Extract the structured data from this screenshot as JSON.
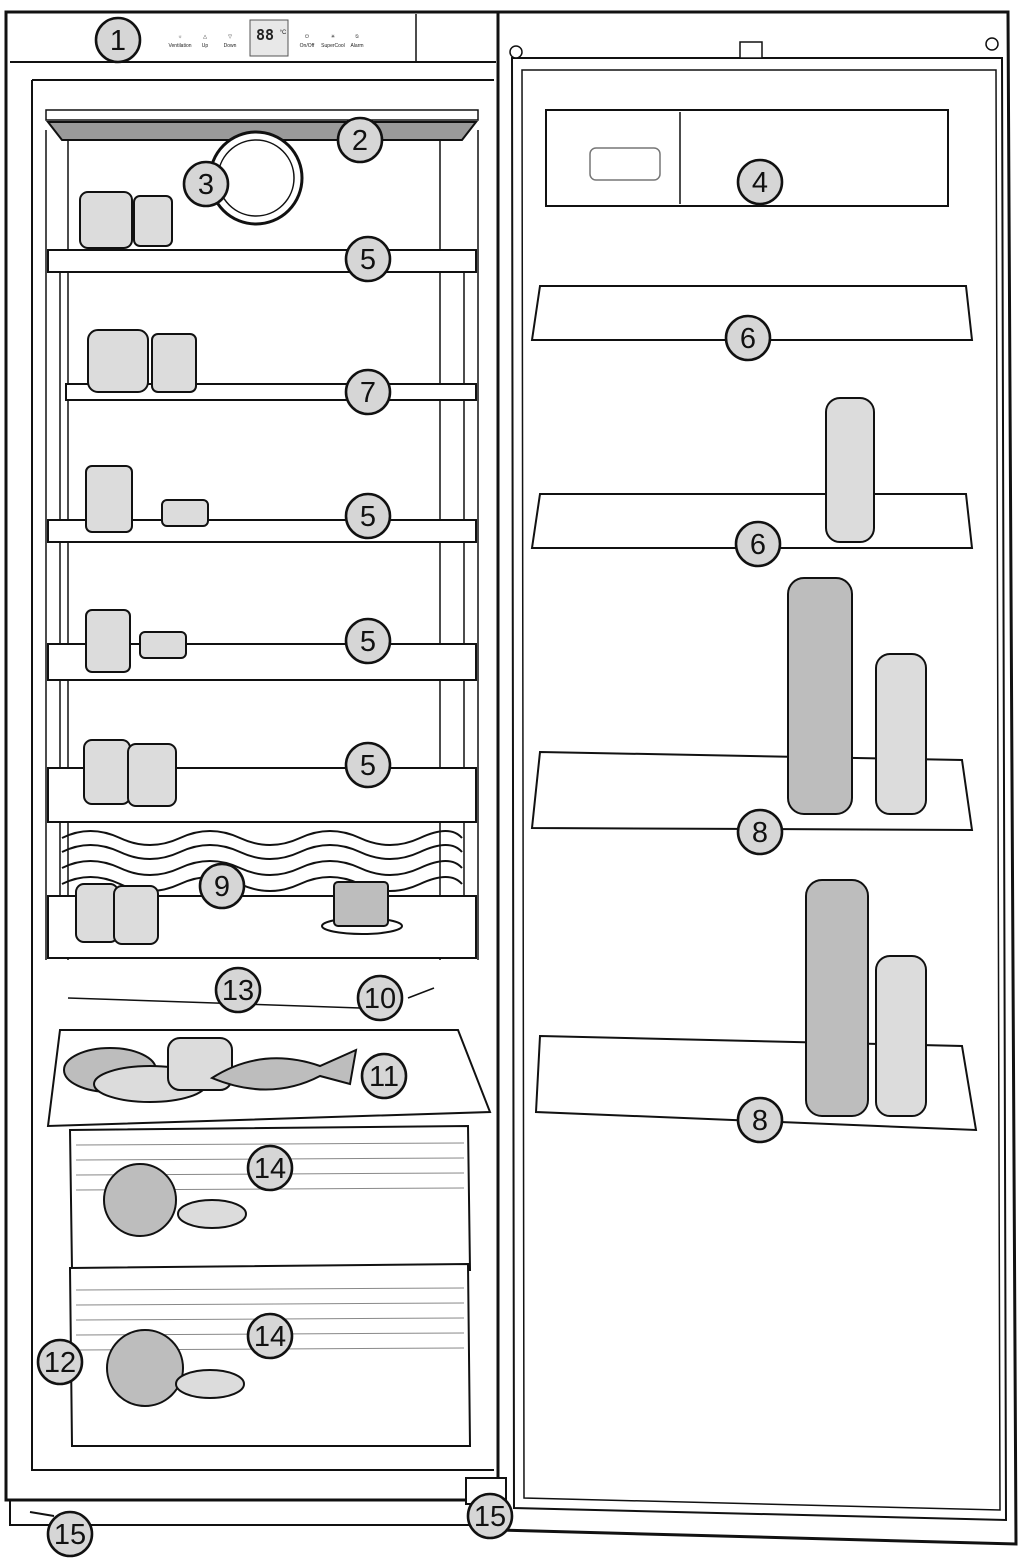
{
  "control_panel": {
    "buttons": [
      {
        "label": "Ventilation",
        "icon": "fan-icon"
      },
      {
        "label": "Up",
        "icon": "triangle-up-icon"
      },
      {
        "label": "Down",
        "icon": "triangle-down-icon"
      },
      {
        "label": "On/Off",
        "icon": "power-icon"
      },
      {
        "label": "SuperCool",
        "icon": "snowflake-icon"
      },
      {
        "label": "Alarm",
        "icon": "alarm-off-icon"
      }
    ],
    "display_value": "88",
    "display_unit": "°C"
  },
  "callouts": [
    {
      "id": "c1",
      "label": "1",
      "part": "control-panel"
    },
    {
      "id": "c2",
      "label": "2",
      "part": "interior-light"
    },
    {
      "id": "c3",
      "label": "3",
      "part": "fan"
    },
    {
      "id": "c4",
      "label": "4",
      "part": "butter-cheese-compartment"
    },
    {
      "id": "c5a",
      "label": "5",
      "part": "shelf"
    },
    {
      "id": "c6a",
      "label": "6",
      "part": "door-rack"
    },
    {
      "id": "c7",
      "label": "7",
      "part": "split-shelf"
    },
    {
      "id": "c5b",
      "label": "5",
      "part": "shelf"
    },
    {
      "id": "c6b",
      "label": "6",
      "part": "door-rack"
    },
    {
      "id": "c5c",
      "label": "5",
      "part": "shelf"
    },
    {
      "id": "c5d",
      "label": "5",
      "part": "shelf"
    },
    {
      "id": "c8a",
      "label": "8",
      "part": "bottle-rack"
    },
    {
      "id": "c9",
      "label": "9",
      "part": "bottle-shelf"
    },
    {
      "id": "c13",
      "label": "13",
      "part": "drain"
    },
    {
      "id": "c10",
      "label": "10",
      "part": "rating-plate"
    },
    {
      "id": "c11",
      "label": "11",
      "part": "glass-shelf"
    },
    {
      "id": "c8b",
      "label": "8",
      "part": "bottle-rack"
    },
    {
      "id": "c14a",
      "label": "14",
      "part": "vegetable-drawer"
    },
    {
      "id": "c12",
      "label": "12",
      "part": "leveling-foot"
    },
    {
      "id": "c14b",
      "label": "14",
      "part": "vegetable-drawer"
    },
    {
      "id": "c15a",
      "label": "15",
      "part": "transport-handle"
    },
    {
      "id": "c15b",
      "label": "15",
      "part": "door-hinge"
    }
  ]
}
